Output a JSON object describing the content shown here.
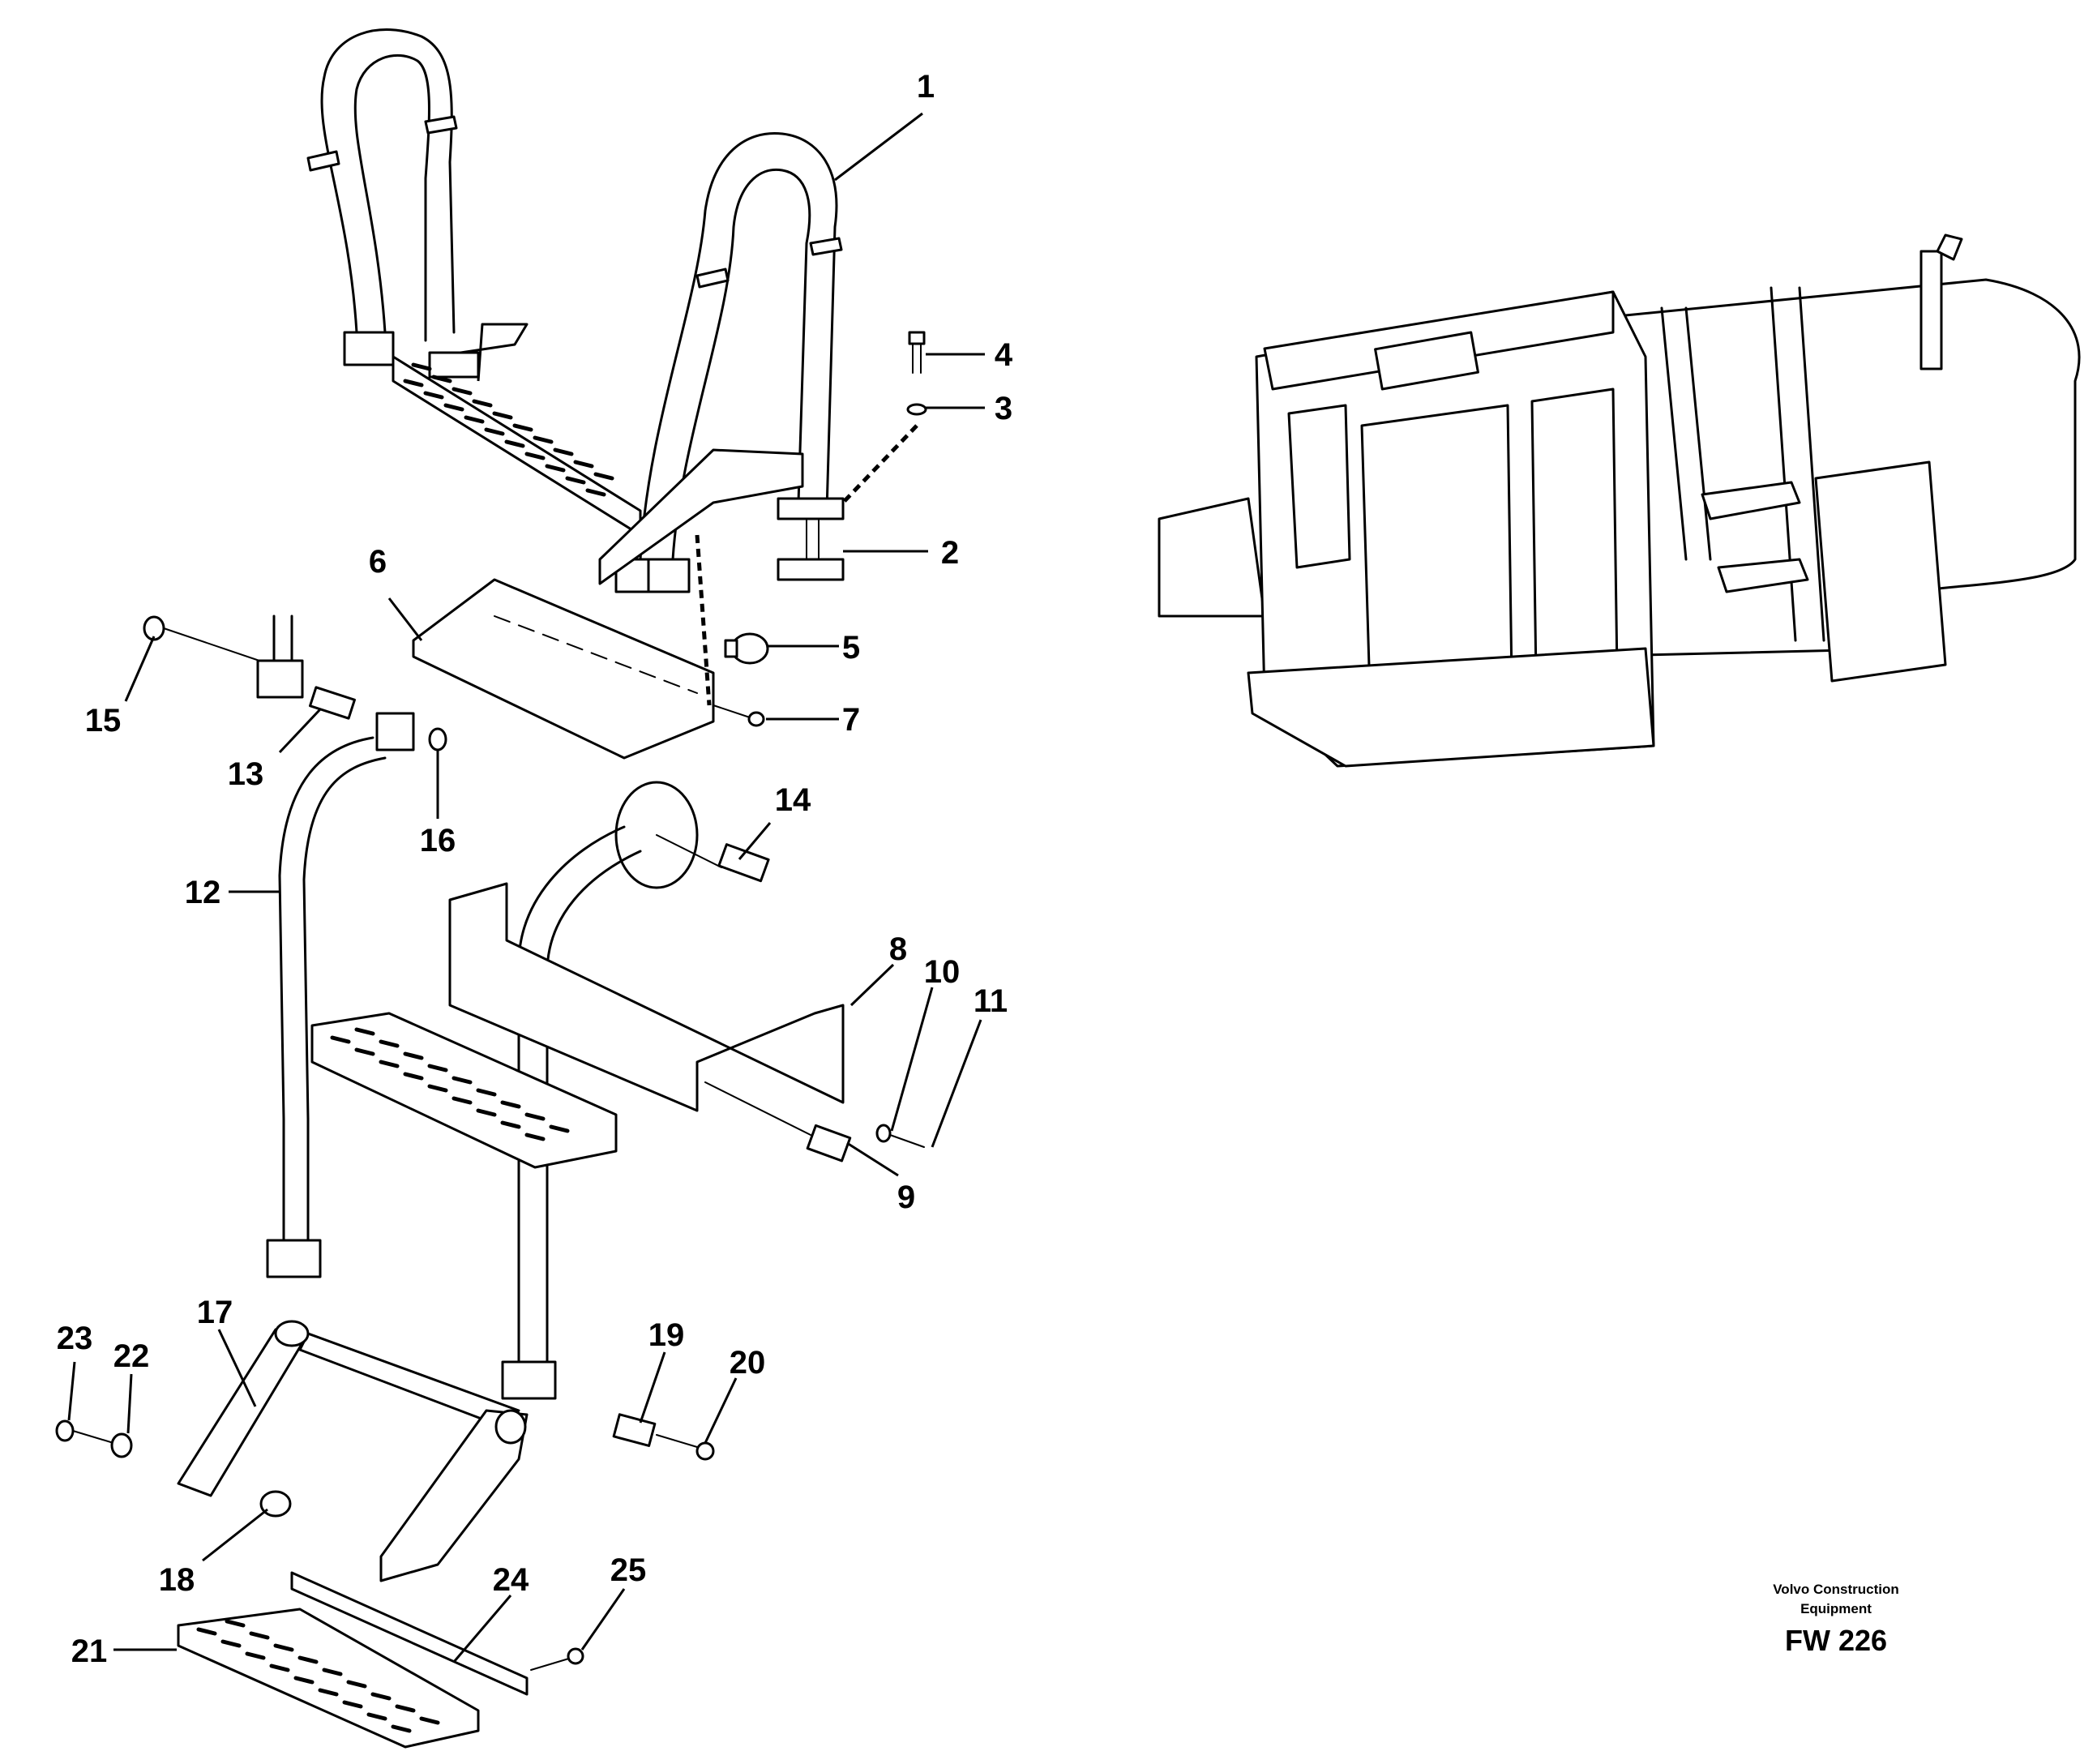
{
  "diagram": {
    "part_labels": [
      {
        "id": "1",
        "text": "1"
      },
      {
        "id": "2",
        "text": "2"
      },
      {
        "id": "3",
        "text": "3"
      },
      {
        "id": "4",
        "text": "4"
      },
      {
        "id": "5",
        "text": "5"
      },
      {
        "id": "6",
        "text": "6"
      },
      {
        "id": "7",
        "text": "7"
      },
      {
        "id": "8",
        "text": "8"
      },
      {
        "id": "9",
        "text": "9"
      },
      {
        "id": "10",
        "text": "10"
      },
      {
        "id": "11",
        "text": "11"
      },
      {
        "id": "12",
        "text": "12"
      },
      {
        "id": "13",
        "text": "13"
      },
      {
        "id": "14",
        "text": "14"
      },
      {
        "id": "15",
        "text": "15"
      },
      {
        "id": "16",
        "text": "16"
      },
      {
        "id": "17",
        "text": "17"
      },
      {
        "id": "18",
        "text": "18"
      },
      {
        "id": "19",
        "text": "19"
      },
      {
        "id": "20",
        "text": "20"
      },
      {
        "id": "21",
        "text": "21"
      },
      {
        "id": "22",
        "text": "22"
      },
      {
        "id": "23",
        "text": "23"
      },
      {
        "id": "24",
        "text": "24"
      },
      {
        "id": "25",
        "text": "25"
      }
    ],
    "footer": {
      "line1": "Volvo Construction",
      "line2": "Equipment",
      "code": "FW 226"
    }
  }
}
